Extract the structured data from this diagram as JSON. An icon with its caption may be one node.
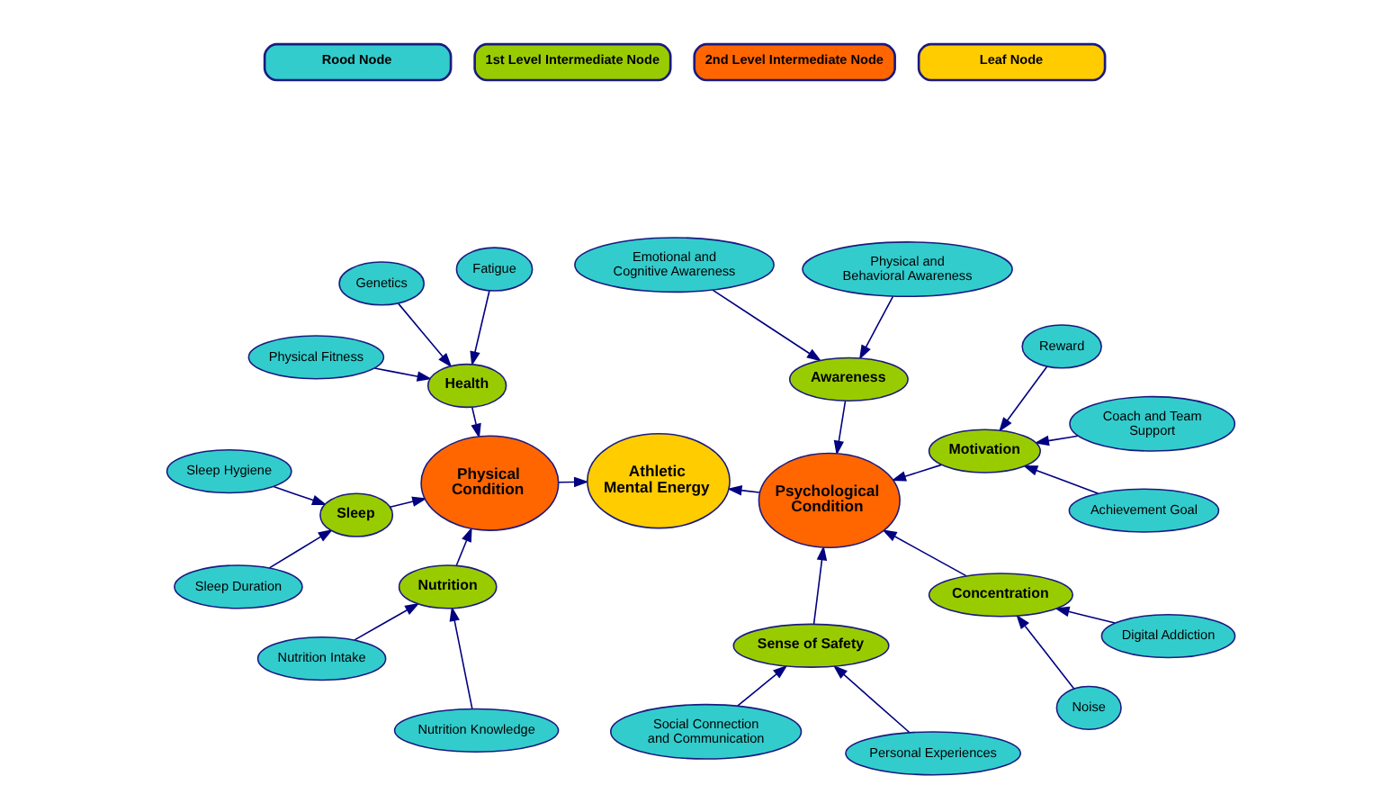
{
  "diagram": {
    "nodes": [
      {
        "text": [
          "Noise"
        ]
      },
      {
        "text": [
          "Digital Addiction"
        ]
      },
      {
        "text": [
          "Nutrition Knowledge"
        ]
      },
      {
        "text": [
          "Nutrition Intake"
        ]
      },
      {
        "text": [
          "Personal Experiences"
        ]
      },
      {
        "text": [
          "Athletic Mental Energy"
        ]
      },
      {
        "text": [
          "Nutrition"
        ]
      },
      {
        "text": [
          "Concentration"
        ]
      },
      {
        "text": [
          "Sleep Duration"
        ]
      },
      {
        "text": [
          "Social Connection and Communication"
        ]
      },
      {
        "text": [
          "Sense of Safety"
        ]
      },
      {
        "text": [
          "Sleep"
        ]
      },
      {
        "text": [
          "Physical Condition"
        ]
      },
      {
        "text": [
          "Psychological Condition"
        ]
      },
      {
        "text": [
          "Sleep Hygiene"
        ]
      },
      {
        "text": [
          "Achievement Goal"
        ]
      },
      {
        "text": [
          "Motivation"
        ]
      },
      {
        "text": [
          "Reward"
        ]
      },
      {
        "text": [
          "Health"
        ]
      },
      {
        "text": [
          "Awareness"
        ]
      },
      {
        "text": [
          "Physical Fitness"
        ]
      },
      {
        "text": [
          "Genetics"
        ]
      },
      {
        "text": [
          "Fatigue"
        ]
      },
      {
        "text": [
          "Coach and Team Support"
        ]
      },
      {
        "text": [
          "Physical and Behavioral Awareness"
        ]
      },
      {
        "text": [
          "Emotional and Cognitive Awareness"
        ]
      }
    ],
    "edges": [
      {
        "from": 3,
        "to": 6,
        "arrow": "to"
      },
      {
        "from": 2,
        "to": 6,
        "arrow": "to"
      },
      {
        "from": 6,
        "to": 12,
        "arrow": "to"
      },
      {
        "from": 8,
        "to": 11,
        "arrow": "to"
      },
      {
        "from": 14,
        "to": 11,
        "arrow": "to"
      },
      {
        "from": 11,
        "to": 12,
        "arrow": "to"
      },
      {
        "from": 20,
        "to": 18,
        "arrow": "to"
      },
      {
        "from": 22,
        "to": 18,
        "arrow": "to"
      },
      {
        "from": 21,
        "to": 18,
        "arrow": "to"
      },
      {
        "from": 18,
        "to": 12,
        "arrow": "to"
      },
      {
        "from": 12,
        "to": 5,
        "arrow": "to"
      },
      {
        "from": 0,
        "to": 7,
        "arrow": "to"
      },
      {
        "from": 1,
        "to": 7,
        "arrow": "to"
      },
      {
        "from": 7,
        "to": 13,
        "arrow": "to"
      },
      {
        "from": 4,
        "to": 10,
        "arrow": "to"
      },
      {
        "from": 9,
        "to": 10,
        "arrow": "to"
      },
      {
        "from": 10,
        "to": 13,
        "arrow": "to"
      },
      {
        "from": 15,
        "to": 16,
        "arrow": "to"
      },
      {
        "from": 17,
        "to": 16,
        "arrow": "to"
      },
      {
        "from": 23,
        "to": 16,
        "arrow": "to"
      },
      {
        "from": 16,
        "to": 13,
        "arrow": "to"
      },
      {
        "from": 24,
        "to": 19,
        "arrow": "to"
      },
      {
        "from": 25,
        "to": 19,
        "arrow": "to"
      },
      {
        "from": 19,
        "to": 13,
        "arrow": "to"
      },
      {
        "from": 13,
        "to": 5,
        "arrow": "to"
      }
    ],
    "legend": [
      {
        "text": "Rood Node",
        "color": "#33cccc"
      },
      {
        "text": "1st Level Intermediate Node",
        "color": "#99cc00"
      },
      {
        "text": "2nd Level Intermediate Node",
        "color": "#ff6600"
      },
      {
        "text": "Leaf Node",
        "color": "#ffcc00"
      }
    ]
  }
}
